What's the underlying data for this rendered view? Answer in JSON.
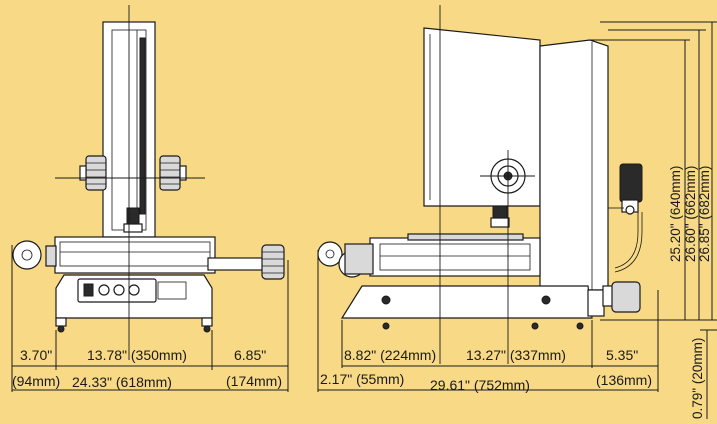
{
  "dimensions": {
    "front": {
      "left_offset_in": "3.70\"",
      "left_offset_mm": "(94mm)",
      "center_width": "13.78\" (350mm)",
      "right_offset_in": "6.85\"",
      "right_offset_mm": "(174mm)",
      "total_width": "24.33\" (618mm)"
    },
    "side": {
      "left_offset_in": "2.17\" (55mm)",
      "stage_offset": "8.82\" (224mm)",
      "mid_width": "13.27\" (337mm)",
      "right_offset_in": "5.35\"",
      "right_offset_mm": "(136mm)",
      "total_depth": "29.61\" (752mm)",
      "height_1": "25.20\" (640mm)",
      "height_2": "26.60\" (662mm)",
      "height_3": "26.85\" (682mm)",
      "base_height": "0.79\" (20mm)"
    }
  },
  "colors": {
    "background": "#f8d985",
    "line": "#1a1a1a"
  }
}
